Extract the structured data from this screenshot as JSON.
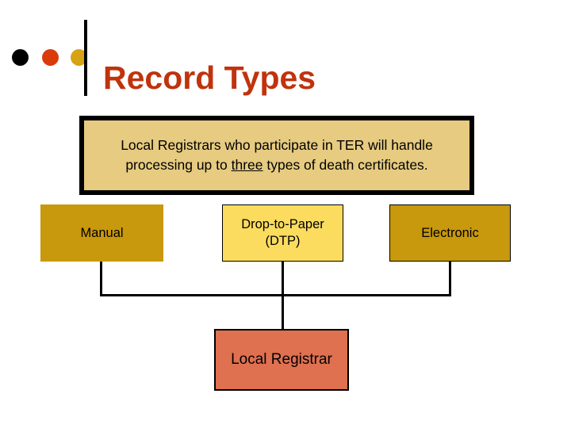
{
  "slide": {
    "title": "Record Types",
    "title_color": "#C0330D",
    "bullets": [
      {
        "name": "bullet-dot-black",
        "color": "#000000"
      },
      {
        "name": "bullet-dot-red",
        "color": "#DA3B0B"
      },
      {
        "name": "bullet-dot-gold",
        "color": "#D6A313"
      }
    ],
    "intro": {
      "text_before": "Local Registrars who participate in TER will handle processing up to ",
      "emphasis": "three",
      "text_after": " types of death certificates.",
      "full_text": "Local Registrars who participate in TER will handle processing up to three types of death certificates.",
      "fill_color": "#E6CB80",
      "border_color": "#000000"
    },
    "record_types": [
      {
        "id": "manual",
        "label": "Manual",
        "fill_color": "#C8980D",
        "border_color": "none"
      },
      {
        "id": "drop-to-paper",
        "label": "Drop-to-Paper\n(DTP)",
        "line1": "Drop-to-Paper",
        "line2": "(DTP)",
        "fill_color": "#FBDC5E",
        "border_color": "#000000"
      },
      {
        "id": "electronic",
        "label": "Electronic",
        "fill_color": "#C8980D",
        "border_color": "#000000"
      }
    ],
    "destination": {
      "id": "local-registrar",
      "label": "Local Registrar",
      "fill_color": "#DF7050",
      "border_color": "#000000"
    },
    "connector_color": "#000000",
    "background_color": "#FFFFFF"
  }
}
